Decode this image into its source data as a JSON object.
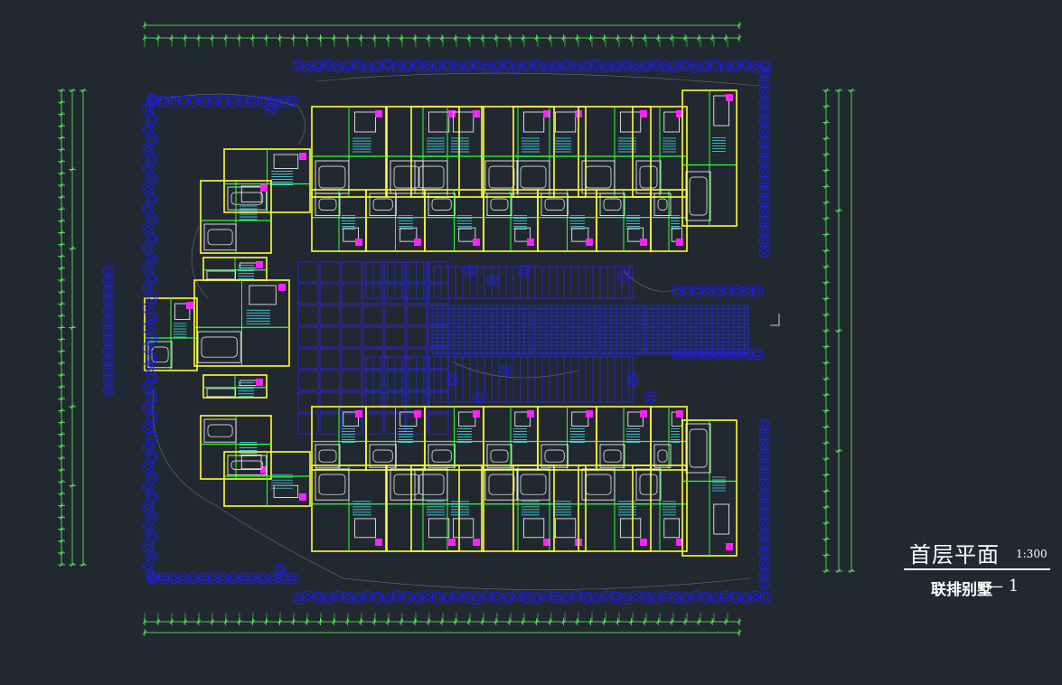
{
  "drawing": {
    "title": "首层平面",
    "scale": "1:300",
    "subtitle": "联排别墅",
    "sheet_code": "— 1"
  },
  "colors": {
    "background": "#212830",
    "dimension": "#5cff5c",
    "tree": "#1e1eff",
    "wall_primary": "#ffff33",
    "wall_secondary": "#33ff33",
    "grid": "#2b2bff",
    "furniture": "#ffffff",
    "fixture_accent": "#ff22ff",
    "stair": "#4df2ff",
    "contour": "#a8a8b8"
  },
  "symbols": {
    "tree": "tree-symbol",
    "car": "car-symbol",
    "stair": "stair-symbol",
    "north_marker": "section-marker"
  }
}
